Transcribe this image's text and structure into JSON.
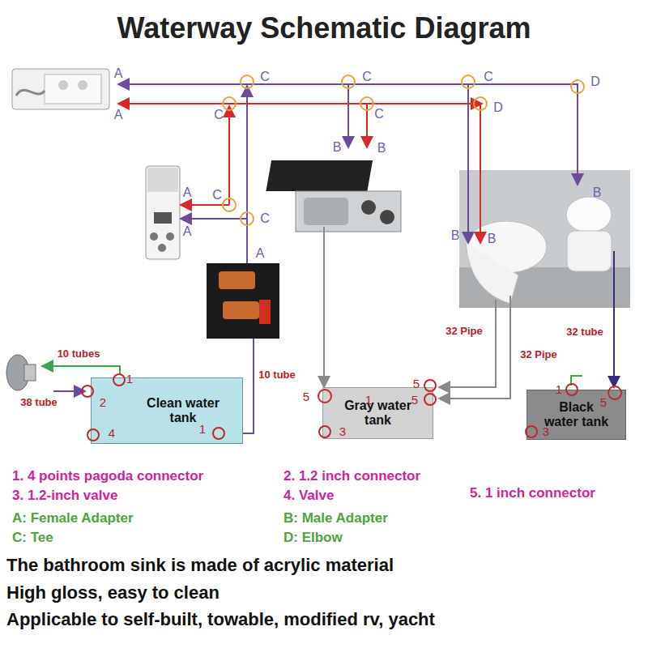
{
  "diagram": {
    "title": "Waterway Schematic Diagram",
    "nodes": [
      {
        "text": [
          "Clean water tank"
        ]
      },
      {
        "text": [
          "Gray water tank"
        ]
      },
      {
        "text": [
          "Black water tank"
        ]
      }
    ],
    "labels": [
      "A",
      "C",
      "C",
      "C",
      "D",
      "A",
      "C",
      "C",
      "D",
      "B",
      "B",
      "A",
      "C",
      "C",
      "A",
      "B",
      "B",
      "B",
      "A",
      "32 Pipe",
      "32 tube",
      "10 tubes",
      "32 Pipe",
      "10 tube",
      "1",
      "1",
      "5",
      "5",
      "1",
      "5",
      "38 tube",
      "2",
      "5",
      "1",
      "4",
      "3",
      "3",
      "1. 4 points pagoda connector",
      "2. 1.2 inch connector",
      "3. 1.2-inch valve",
      "4. Valve",
      "5. 1 inch connector",
      "A: Female Adapter",
      "B: Male Adapter",
      "C: Tee",
      "D: Elbow",
      "The bathroom sink is made of acrylic material",
      "High gloss, easy to clean",
      "Applicable to self-built, towable, modified rv, yacht"
    ]
  }
}
